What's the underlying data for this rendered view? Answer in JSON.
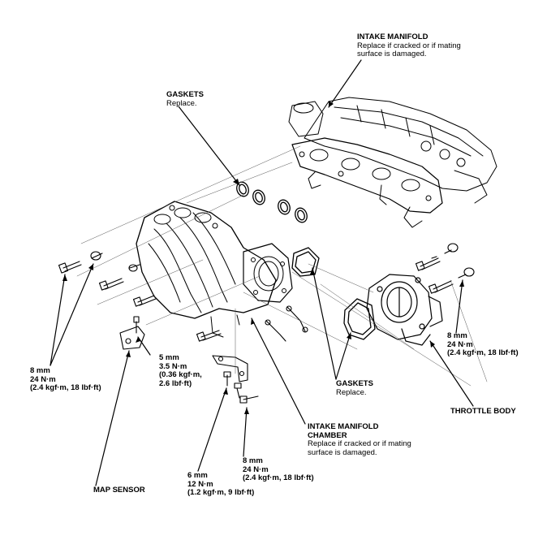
{
  "labels": {
    "intake_manifold": {
      "title": "INTAKE MANIFOLD",
      "desc": [
        "Replace if cracked or if mating",
        "surface is damaged."
      ]
    },
    "gaskets_top": {
      "title": "GASKETS",
      "desc": "Replace."
    },
    "torque_8mm_left": [
      "8 mm",
      "24 N·m",
      "(2.4 kgf·m, 18 lbf·ft)"
    ],
    "torque_5mm": [
      "5 mm",
      "3.5 N·m",
      "(0.36 kgf·m,",
      "2.6 lbf·ft)"
    ],
    "gaskets_bottom": {
      "title": "GASKETS",
      "desc": "Replace."
    },
    "torque_8mm_right": [
      "8 mm",
      "24 N·m",
      "(2.4 kgf·m, 18 lbf·ft)"
    ],
    "throttle_body": "THROTTLE BODY",
    "intake_manifold_chamber": {
      "title": [
        "INTAKE MANIFOLD",
        "CHAMBER"
      ],
      "desc": [
        "Replace if cracked or if mating",
        "surface is damaged."
      ]
    },
    "torque_8mm_bottom": [
      "8 mm",
      "24 N·m",
      "(2.4 kgf·m, 18 lbf·ft)"
    ],
    "torque_6mm": [
      "6 mm",
      "12 N·m",
      "(1.2 kgf·m, 9 lbf·ft)"
    ],
    "map_sensor": "MAP SENSOR"
  }
}
